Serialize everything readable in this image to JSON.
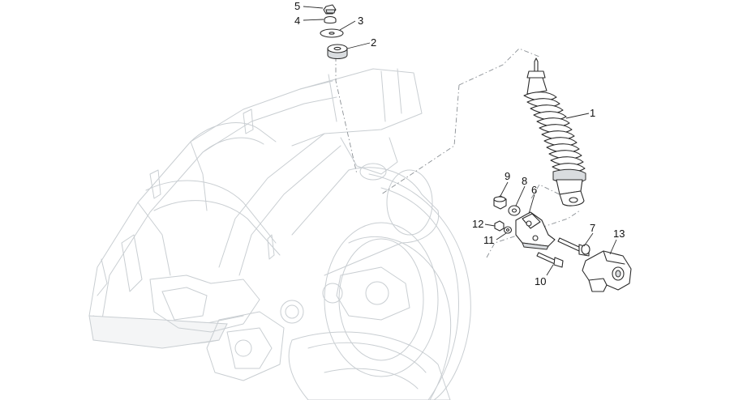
{
  "callouts": [
    {
      "id": "1",
      "label": "1"
    },
    {
      "id": "2",
      "label": "2"
    },
    {
      "id": "3",
      "label": "3"
    },
    {
      "id": "4",
      "label": "4"
    },
    {
      "id": "5",
      "label": "5"
    },
    {
      "id": "6",
      "label": "6"
    },
    {
      "id": "7",
      "label": "7"
    },
    {
      "id": "8",
      "label": "8"
    },
    {
      "id": "9",
      "label": "9"
    },
    {
      "id": "10",
      "label": "10"
    },
    {
      "id": "11",
      "label": "11"
    },
    {
      "id": "12",
      "label": "12"
    },
    {
      "id": "13",
      "label": "13"
    }
  ],
  "colors": {
    "part_stroke": "#2b2b2b",
    "ghost_stroke": "#c9ced2",
    "background": "#ffffff"
  }
}
